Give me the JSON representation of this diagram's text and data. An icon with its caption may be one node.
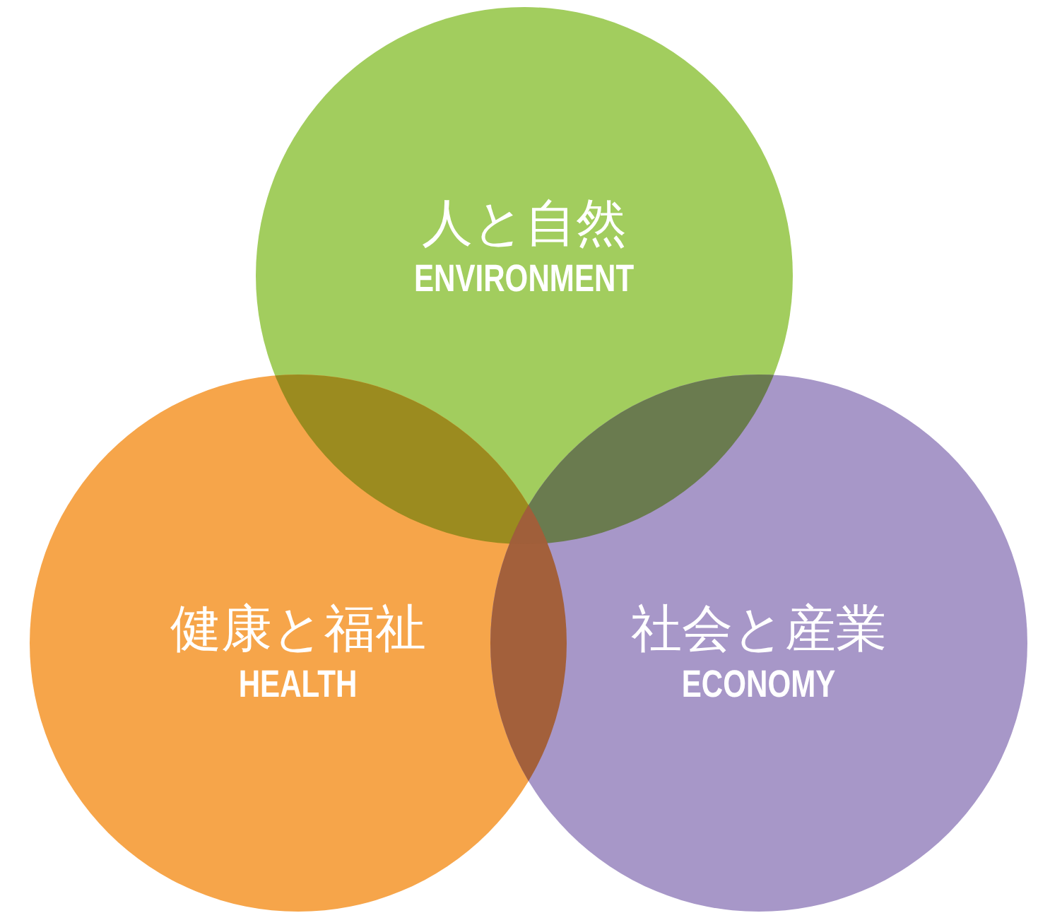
{
  "diagram": {
    "nodes": [
      {
        "text": [
          "人と自然",
          "ENVIRONMENT"
        ]
      },
      {
        "text": [
          "健康と福祉",
          "HEALTH"
        ]
      },
      {
        "text": [
          "社会と産業",
          "ECONOMY"
        ]
      }
    ]
  }
}
